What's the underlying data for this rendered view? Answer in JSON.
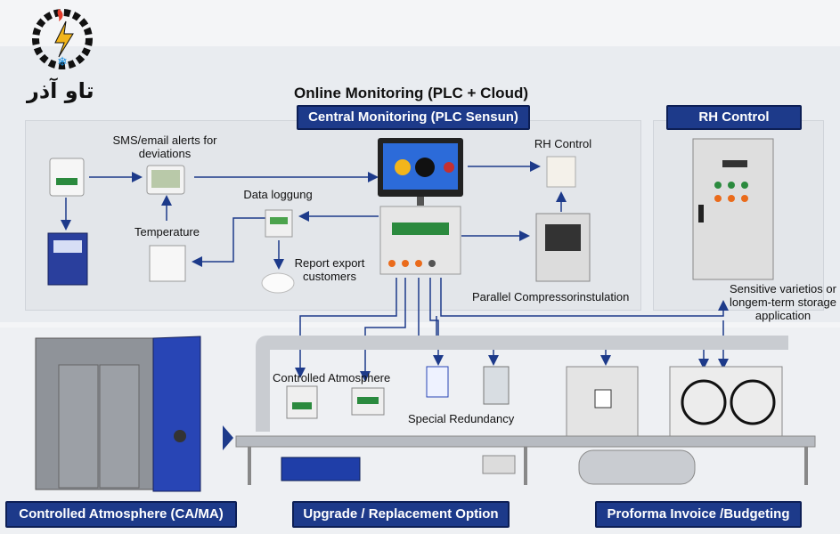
{
  "logo": {
    "text": "تاو آذر"
  },
  "title": "Online Monitoring (PLC + Cloud)",
  "header_central": "Central Monitoring (PLC Sensun)",
  "header_rh": "RH Control",
  "labels": {
    "sms": "SMS/email alerts for deviations",
    "data_logging": "Data loggung",
    "temperature": "Temperature",
    "report": "Report export customers",
    "rh_control_small": "RH Control",
    "parallel": "Parallel Compressorinstulation",
    "sensitive": "Sensitive varietios or longem-term storage application",
    "controlled_atm": "Controlled Atmosphere",
    "special_red": "Special Redundancy"
  },
  "bottom": {
    "ca_ma": "Controlled Atmosphere (CA/MA)",
    "upgrade": "Upgrade / Replacement Option",
    "proforma": "Proforma Invoice /Budgeting"
  },
  "colors": {
    "header_bg": "#1d3a8a",
    "arrow": "#1d3a8a",
    "cabinet_blue": "#2845b5"
  }
}
